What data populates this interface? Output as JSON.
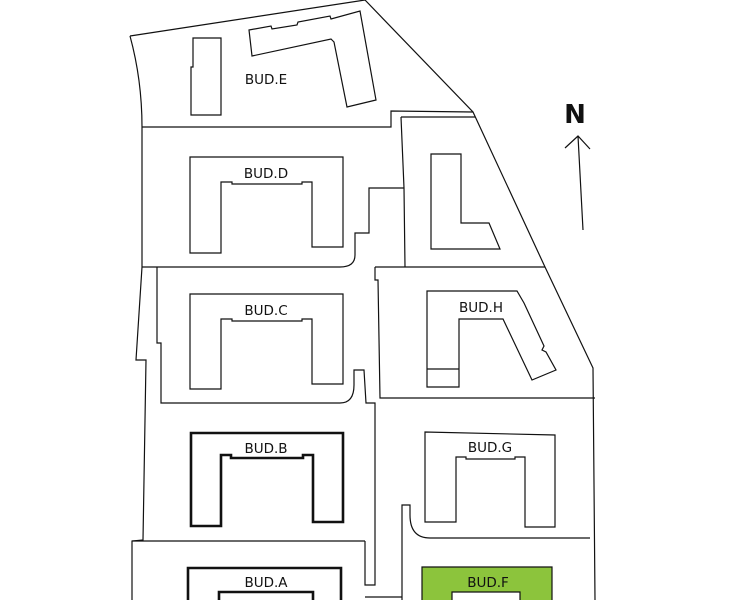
{
  "map": {
    "north_label": "N",
    "highlight_color": "#8cc43c",
    "buildings": [
      {
        "id": "E",
        "label": "BUD.E",
        "state": "default"
      },
      {
        "id": "D",
        "label": "BUD.D",
        "state": "default"
      },
      {
        "id": "C",
        "label": "BUD.C",
        "state": "default"
      },
      {
        "id": "H",
        "label": "BUD.H",
        "state": "default"
      },
      {
        "id": "B",
        "label": "BUD.B",
        "state": "outlined"
      },
      {
        "id": "G",
        "label": "BUD.G",
        "state": "default"
      },
      {
        "id": "A",
        "label": "BUD.A",
        "state": "outlined"
      },
      {
        "id": "F",
        "label": "BUD.F",
        "state": "selected"
      }
    ]
  }
}
